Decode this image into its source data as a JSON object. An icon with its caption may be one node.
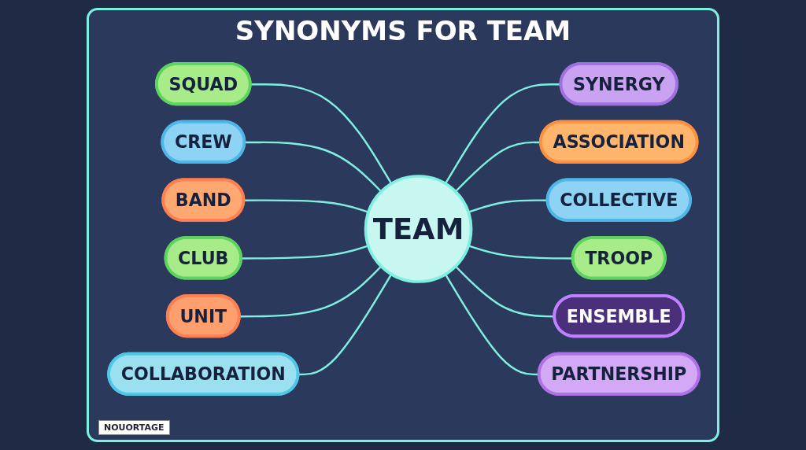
{
  "diagram": {
    "title": "SYNONYMS FOR TEAM",
    "nodes": [
      {
        "text": [
          "TEAM"
        ]
      },
      {
        "text": [
          "SQUAD"
        ]
      },
      {
        "text": [
          "CREW"
        ]
      },
      {
        "text": [
          "BAND"
        ]
      },
      {
        "text": [
          "CLUB"
        ]
      },
      {
        "text": [
          "UNIT"
        ]
      },
      {
        "text": [
          "COLLABORATION"
        ]
      },
      {
        "text": [
          "SYNERGY"
        ]
      },
      {
        "text": [
          "ASSOCIATION"
        ]
      },
      {
        "text": [
          "COLLECTIVE"
        ]
      },
      {
        "text": [
          "TROOP"
        ]
      },
      {
        "text": [
          "ENSEMBLE"
        ]
      },
      {
        "text": [
          "PARTNERSHIP"
        ]
      }
    ],
    "edges": [
      {
        "from": 1,
        "to": 0,
        "arrow": "none"
      },
      {
        "from": 2,
        "to": 0,
        "arrow": "none"
      },
      {
        "from": 3,
        "to": 0,
        "arrow": "none"
      },
      {
        "from": 4,
        "to": 0,
        "arrow": "none"
      },
      {
        "from": 5,
        "to": 0,
        "arrow": "none"
      },
      {
        "from": 6,
        "to": 0,
        "arrow": "none"
      },
      {
        "from": 0,
        "to": 7,
        "arrow": "none"
      },
      {
        "from": 0,
        "to": 8,
        "arrow": "none"
      },
      {
        "from": 0,
        "to": 9,
        "arrow": "none"
      },
      {
        "from": 0,
        "to": 10,
        "arrow": "none"
      },
      {
        "from": 0,
        "to": 11,
        "arrow": "none"
      },
      {
        "from": 0,
        "to": 12,
        "arrow": "none"
      }
    ],
    "labels": [
      "NOUORTAGE"
    ]
  }
}
